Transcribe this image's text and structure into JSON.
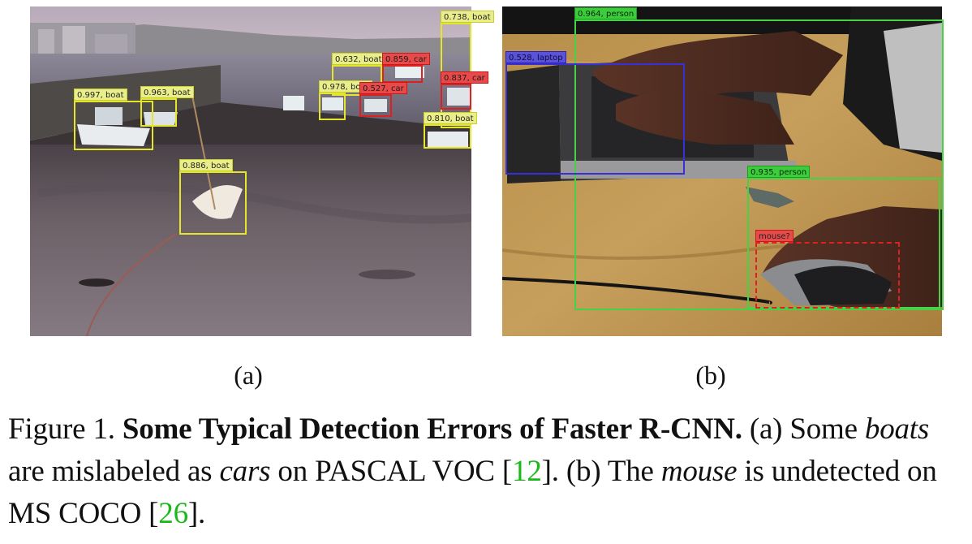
{
  "panel_a": {
    "detections": [
      {
        "label": "0.738, boat",
        "cls": "boat"
      },
      {
        "label": "0.632, boat",
        "cls": "boat"
      },
      {
        "label": "0.859, car",
        "cls": "car"
      },
      {
        "label": "0.837, car",
        "cls": "car"
      },
      {
        "label": "0.978, boat",
        "cls": "boat"
      },
      {
        "label": "0.527, car",
        "cls": "car"
      },
      {
        "label": "0.997, boat",
        "cls": "boat"
      },
      {
        "label": "0.963, boat",
        "cls": "boat"
      },
      {
        "label": "0.810, boat",
        "cls": "boat"
      },
      {
        "label": "0.886, boat",
        "cls": "boat"
      }
    ],
    "sublabel": "(a)"
  },
  "panel_b": {
    "detections": [
      {
        "label": "0.964, person",
        "cls": "person"
      },
      {
        "label": "0.528, laptop",
        "cls": "laptop"
      },
      {
        "label": "0.935, person",
        "cls": "person"
      },
      {
        "label": "mouse?",
        "cls": "missed"
      }
    ],
    "sublabel": "(b)"
  },
  "caption": {
    "figure_label": "Figure 1.",
    "title": "Some Typical Detection Errors of Faster R-CNN.",
    "part_a_marker": "(a)",
    "t1": "Some",
    "e1": "boats",
    "t2": "are mislabeled as",
    "e2": "cars",
    "t3": "on PASCAL VOC [",
    "ref1": "12",
    "t4": "]. (b) The",
    "e3": "mouse",
    "t5": "is undetected on MS COCO [",
    "ref2": "26",
    "t6": "]."
  },
  "colors": {
    "boat_box": "#e5e52a",
    "car_box": "#e02020",
    "person_box": "#46d246",
    "laptop_box": "#3a2fd6",
    "citation": "#19b919"
  }
}
